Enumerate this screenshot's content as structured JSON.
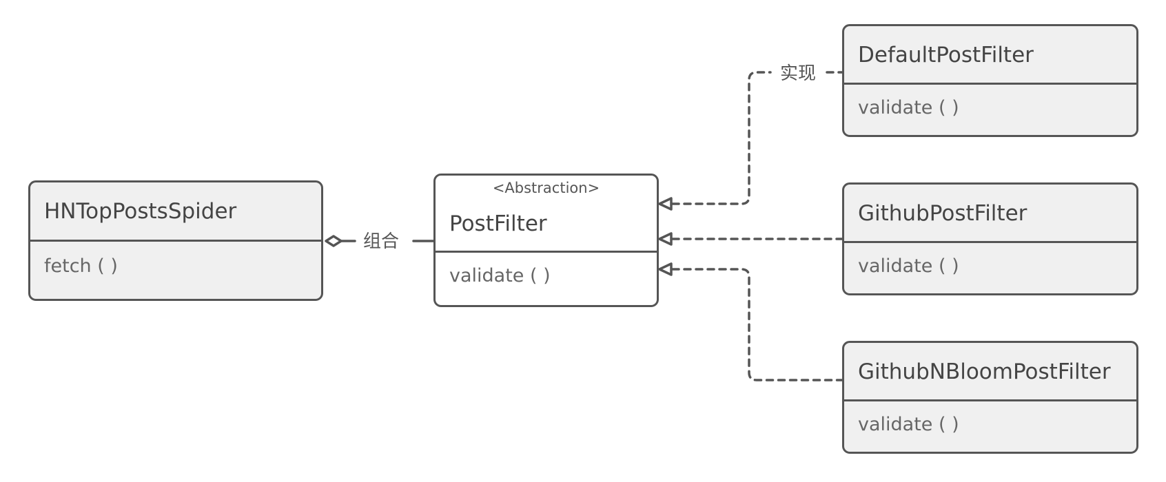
{
  "diagram": {
    "colors": {
      "stroke": "#555555",
      "box_fill": "#f0f0f0",
      "abstract_fill": "#ffffff",
      "text": "#444444",
      "method_text": "#666666"
    },
    "classes": {
      "spider": {
        "name": "HNTopPostsSpider",
        "methods": [
          "fetch ( )"
        ]
      },
      "post_filter": {
        "stereotype": "<Abstraction>",
        "name": "PostFilter",
        "methods": [
          "validate ( )"
        ]
      },
      "default_filter": {
        "name": "DefaultPostFilter",
        "methods": [
          "validate ( )"
        ]
      },
      "github_filter": {
        "name": "GithubPostFilter",
        "methods": [
          "validate ( )"
        ]
      },
      "bloom_filter": {
        "name": "GithubNBloomPostFilter",
        "methods": [
          "validate ( )"
        ]
      }
    },
    "relations": {
      "composition": {
        "label": "组合",
        "kind": "aggregation",
        "marker": "hollow-diamond"
      },
      "realization": {
        "label": "实现",
        "kind": "realization",
        "marker": "hollow-triangle"
      }
    }
  }
}
